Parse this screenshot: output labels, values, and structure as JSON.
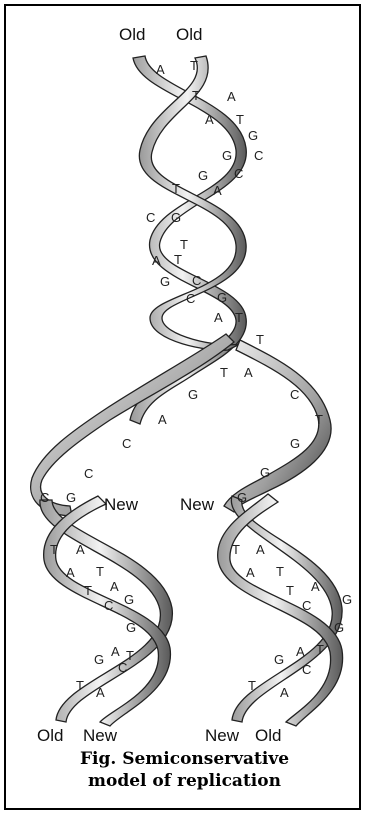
{
  "diagram": {
    "strand_labels": {
      "top_left": "Old",
      "top_right": "Old",
      "left_new": "New",
      "right_new": "New",
      "bottom_left_1": "Old",
      "bottom_left_2": "New",
      "bottom_right_1": "New",
      "bottom_right_2": "Old"
    },
    "parent_bases": [
      "A",
      "T",
      "T",
      "A",
      "A",
      "T",
      "G",
      "G",
      "C",
      "G",
      "A",
      "C",
      "T",
      "C",
      "G",
      "T",
      "A",
      "T",
      "G",
      "C",
      "C",
      "G",
      "A",
      "T",
      "T",
      "T",
      "A",
      "G",
      "A",
      "C",
      "C",
      "C",
      "T",
      "G",
      "G",
      "G",
      "G",
      "C"
    ],
    "left_daughter_bases": [
      "T",
      "A",
      "A",
      "T",
      "T",
      "A",
      "C",
      "G",
      "G",
      "A",
      "T",
      "G",
      "C",
      "T",
      "A"
    ],
    "right_daughter_bases": [
      "T",
      "A",
      "A",
      "T",
      "T",
      "A",
      "C",
      "G",
      "G",
      "A",
      "T",
      "G",
      "C",
      "T",
      "A"
    ]
  },
  "caption": {
    "line1": "Fig.  Semiconservative",
    "line2": "model of replication"
  },
  "colors": {
    "ribbon_fill": "#e8e8e8",
    "ribbon_dark": "#6a6a6a",
    "ribbon_edge": "#222222"
  }
}
